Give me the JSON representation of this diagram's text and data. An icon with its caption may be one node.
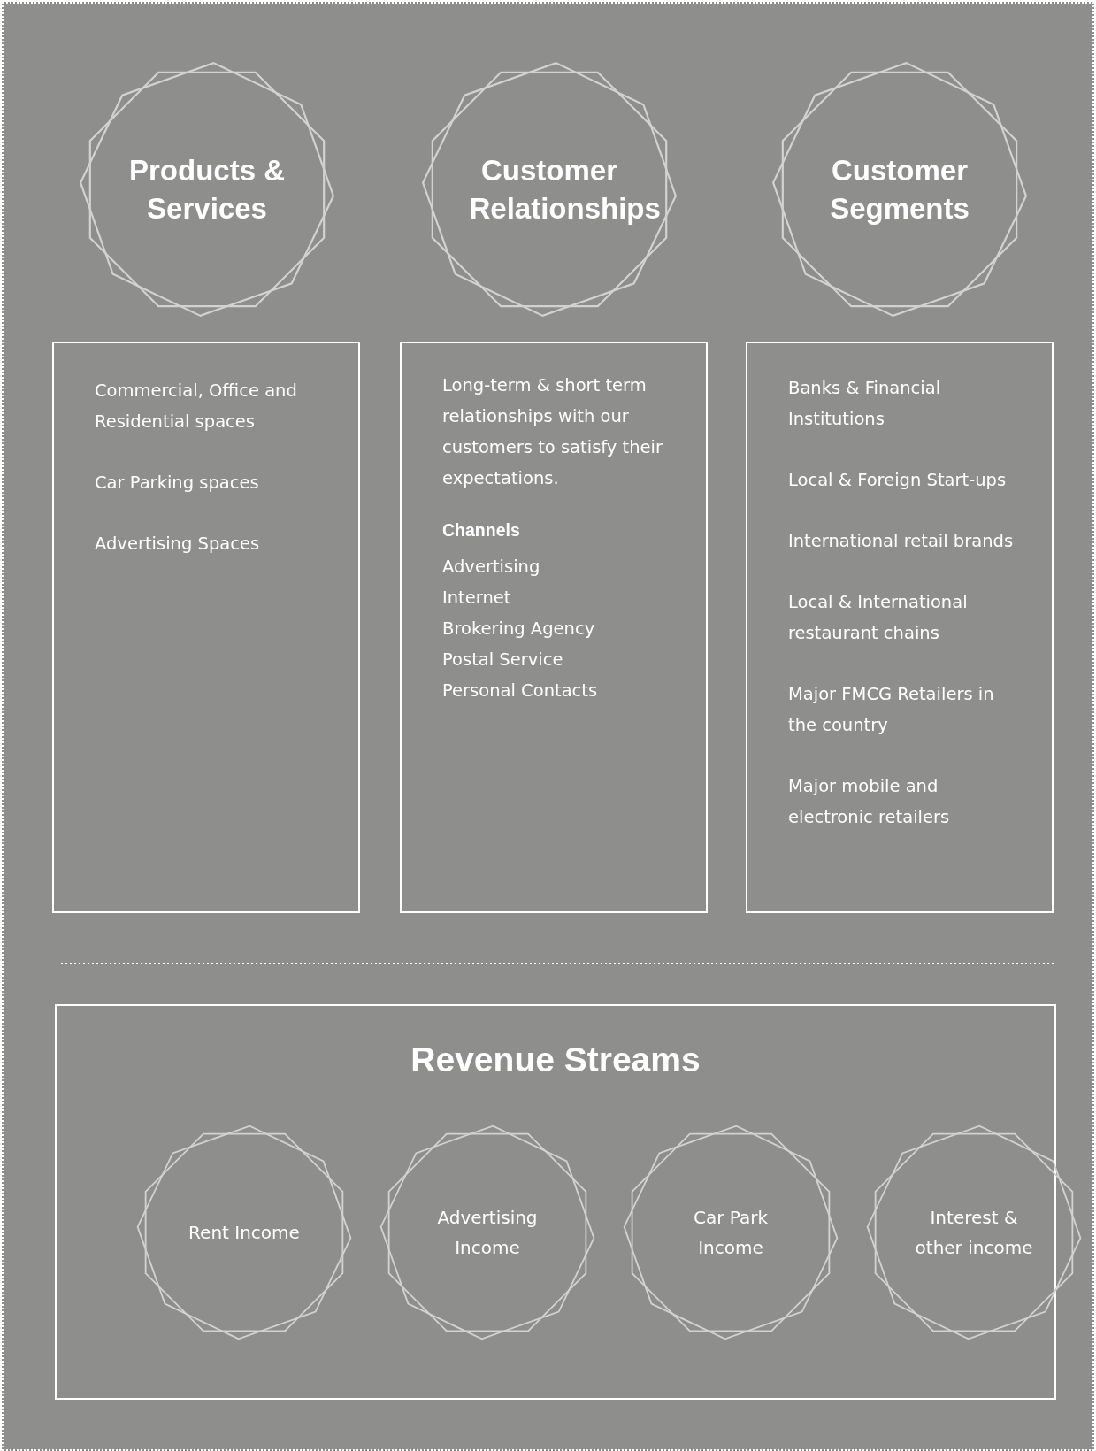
{
  "diagram": {
    "nodes": [
      {
        "text": [
          "Products & Services"
        ]
      },
      {
        "text": [
          "Customer Relationships"
        ]
      },
      {
        "text": [
          "Customer Segments"
        ]
      },
      {
        "text": [
          "Commercial, Office and Residential spaces",
          "Car Parking spaces",
          "Advertising Spaces"
        ]
      },
      {
        "text": [
          "Long-term & short term relationships with our customers to satisfy their expectations.",
          "Channels",
          "Advertising",
          "Internet",
          "Brokering Agency",
          "Postal Service",
          "Personal Contacts"
        ]
      },
      {
        "text": [
          "Banks & Financial Institutions",
          "Local & Foreign Start-ups",
          "International retail brands",
          "Local & International restaurant chains",
          "Major FMCG Retailers in the country",
          "Major mobile and electronic retailers"
        ]
      },
      {
        "text": [
          "Revenue Streams"
        ]
      },
      {
        "text": [
          "Rent Income"
        ],
        "in": 6
      },
      {
        "text": [
          "Advertising Income"
        ],
        "in": 6
      },
      {
        "text": [
          "Car Park Income"
        ],
        "in": 6
      },
      {
        "text": [
          "Interest & other income"
        ],
        "in": 6
      }
    ],
    "edges": []
  }
}
